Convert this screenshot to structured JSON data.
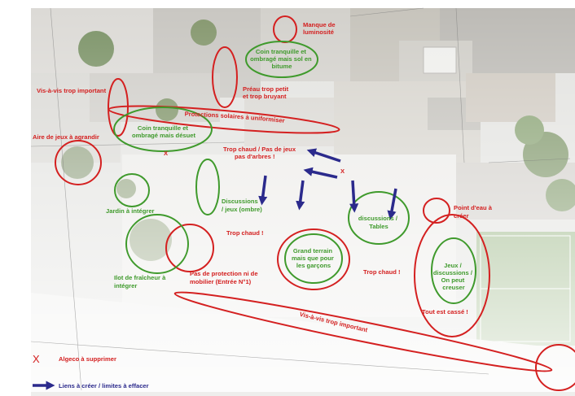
{
  "annotations": {
    "manque_luminosite": [
      "Manque de",
      "luminosité"
    ],
    "coin_tranquille_1": [
      "Coin tranquille et",
      "ombragé mais sol en",
      "bitume"
    ],
    "vis_a_vis_1": [
      "Vis-à-vis trop important"
    ],
    "preau": [
      "Préau trop petit",
      "et trop bruyant"
    ],
    "protections": "Protections solaires à uniformiser",
    "aire_jeux": [
      "Aire de jeux à agrandir"
    ],
    "coin_tranquille_2": [
      "Coin tranquille et",
      "ombragé mais désuet"
    ],
    "trop_chaud_arbres": [
      "Trop chaud / Pas de jeux",
      "pas d'arbres !"
    ],
    "jardin": [
      "Jardin à intégrer"
    ],
    "discussions_ombre": [
      "Discussions",
      "/ jeux (ombre)"
    ],
    "discussions_tables": [
      "discussions /",
      "Tables"
    ],
    "point_eau": [
      "Point d'eau à",
      "créer"
    ],
    "trop_chaud_1": [
      "Trop chaud !"
    ],
    "grand_terrain": [
      "Grand terrain",
      "mais que pour",
      "les garçons"
    ],
    "trop_chaud_2": [
      "Trop chaud !"
    ],
    "jeux_discussions": [
      "Jeux /",
      "discussions /",
      "On peut",
      "creuser"
    ],
    "tout_casse": [
      "Tout est cassé !"
    ],
    "ilot": [
      "Ilot de fraîcheur à",
      "intégrer"
    ],
    "pas_protection": [
      "Pas de protection ni de",
      "mobilier (Entrée N°1)"
    ],
    "vis_a_vis_2": "Vis-à-vis trop important"
  },
  "legend": {
    "x_symbol": "X",
    "algeco": "Algeco à supprimer",
    "liens": "Liens à créer / limites à effacer"
  },
  "colors": {
    "red": "#d42020",
    "green": "#3f9a2c",
    "arrow": "#2b2a8c"
  }
}
